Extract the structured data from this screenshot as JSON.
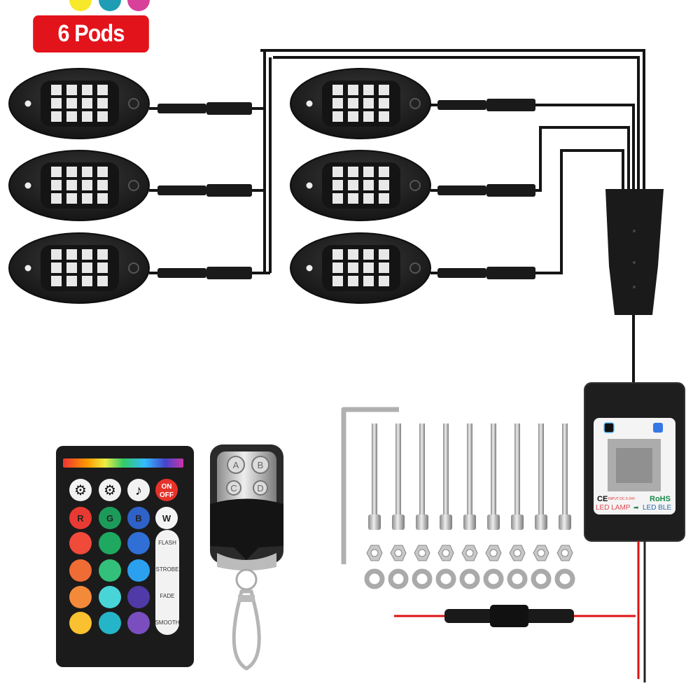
{
  "badge": {
    "label": "6 Pods",
    "color": "#e3131b"
  },
  "pods": {
    "count": 6,
    "led_grid": "4x3"
  },
  "ir_remote": {
    "icons": [
      "brightness-up-icon",
      "brightness-down-icon",
      "music-note-icon"
    ],
    "power_label_on": "ON",
    "power_label_off": "OFF",
    "rgbw": [
      "R",
      "G",
      "B",
      "W"
    ],
    "modes": [
      "FLASH",
      "STROBE",
      "FADE",
      "SMOOTH"
    ],
    "colors": [
      "#f04a3a",
      "#1fa860",
      "#2f6fd6",
      "#f06c35",
      "#33c07a",
      "#2aa0ef",
      "#f38a3a",
      "#49d4d8",
      "#4f3aa8",
      "#f9c130",
      "#25b5c8",
      "#7b4ec0",
      "#f8e82a",
      "#1e9db5",
      "#d9409a"
    ]
  },
  "key_fob": {
    "buttons": [
      "A",
      "B",
      "C",
      "D"
    ]
  },
  "controller": {
    "ce": "CE",
    "input": "INPUT DC 5-24V",
    "rohs": "RoHS",
    "lamp": "LED LAMP",
    "arrow": "➡",
    "ble": "LED BLE"
  },
  "hardware": {
    "screws": 9,
    "nuts": 9,
    "washers": 9
  }
}
